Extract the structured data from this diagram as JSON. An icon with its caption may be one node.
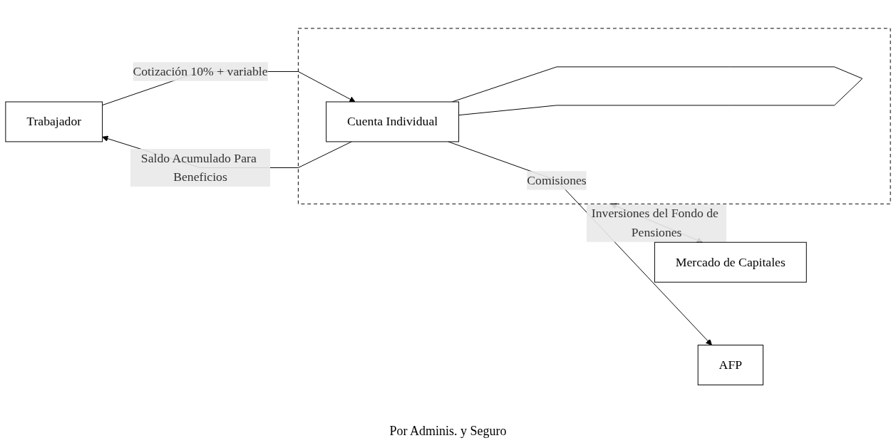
{
  "diagram": {
    "nodes": [
      {
        "text": [
          "Trabajador"
        ]
      },
      {
        "text": [],
        "shape": "box"
      },
      {
        "text": [
          "Cuenta Individual"
        ],
        "in": 1
      },
      {
        "text": [
          "AFP"
        ]
      },
      {
        "text": [
          "Mercado de Capitales"
        ]
      }
    ],
    "edges": [
      {
        "from": 0,
        "to": 2,
        "arrow": "to",
        "label": "Cotización 10% + variable"
      },
      {
        "from": 2,
        "to": 0,
        "arrow": "to",
        "label": "Saldo Acumulado Para Beneficios"
      },
      {
        "from": 2,
        "to": 2,
        "arrow": "none"
      },
      {
        "from": 2,
        "to": 3,
        "arrow": "to",
        "label": "Comisiones"
      },
      {
        "from": 1,
        "to": 4,
        "arrow": "both",
        "label": "Inversiones del Fondo de Pensiones"
      }
    ],
    "labels": [
      "Por Adminis. y Seguro"
    ]
  }
}
